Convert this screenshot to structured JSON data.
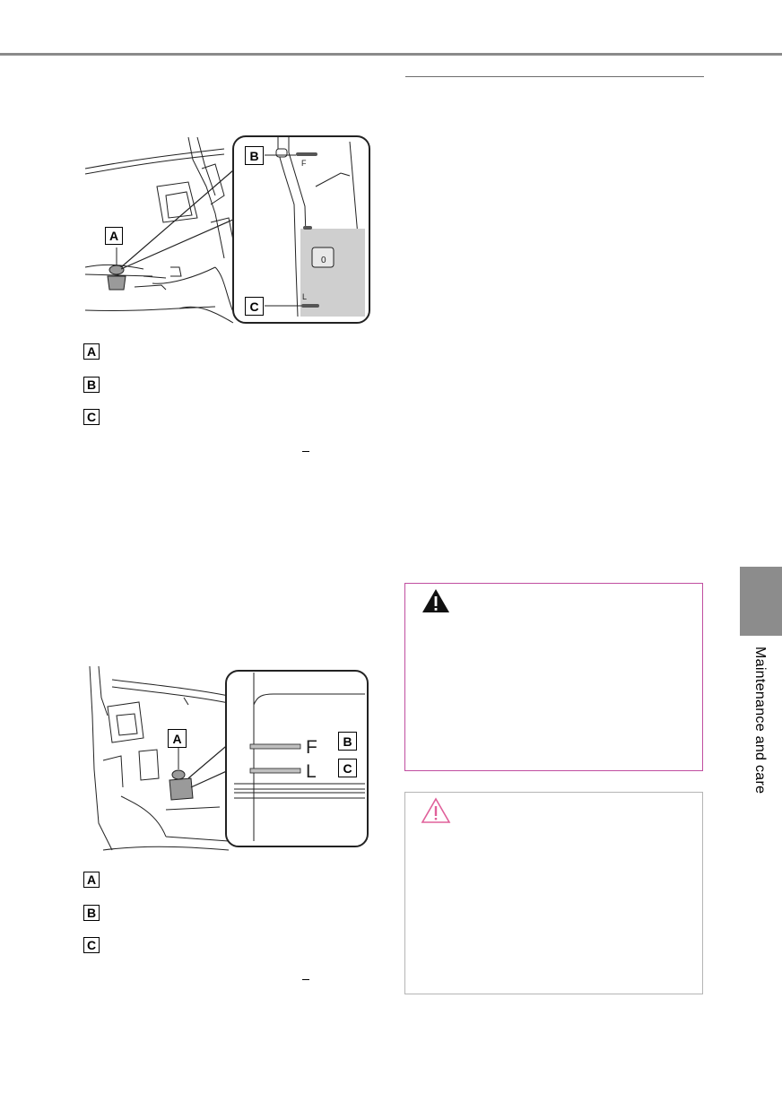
{
  "figure1": {
    "callouts": [
      "A",
      "B",
      "C"
    ],
    "inset_marks": {
      "full": "F",
      "low": "L"
    }
  },
  "figure1_legend": [
    "A",
    "B",
    "C"
  ],
  "figure2": {
    "callouts": [
      "A",
      "B",
      "C"
    ],
    "inset_marks": {
      "full": "F",
      "low": "L"
    }
  },
  "figure2_legend": [
    "A",
    "B",
    "C"
  ],
  "side_tab": {
    "label": "Maintenance and care"
  },
  "icons": {
    "warning": "warning-filled-triangle-icon",
    "notice": "notice-outline-triangle-icon"
  },
  "colors": {
    "warning_border": "#c04ea0",
    "notice_icon": "#e0609a",
    "side_tab": "#8c8c8c",
    "top_rule": "#8a8a8a"
  }
}
